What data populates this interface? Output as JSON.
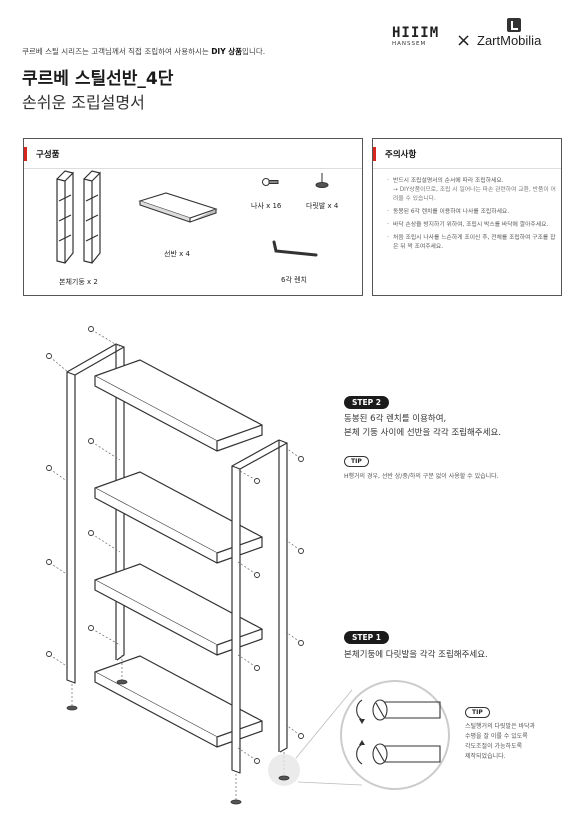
{
  "header": {
    "intro_text": "쿠르베 스틸 시리즈는 고객님께서 직접 조립하여 사용하시는 ",
    "intro_bold": "DIY 상품",
    "intro_tail": "입니다.",
    "brand_hanssem_logo": "HIIIM",
    "brand_hanssem_sub": "HANSSEM",
    "brand_separator": "×",
    "brand_zart": "ZartMobilia",
    "title": "쿠르베 스틸선반_4단",
    "subtitle": "손쉬운 조립설명서"
  },
  "parts": {
    "heading": "구성품",
    "items": [
      {
        "label": "본체기둥 x 2",
        "icon": "frame-post-icon"
      },
      {
        "label": "선반 x 4",
        "icon": "shelf-board-icon"
      },
      {
        "label": "나사 x 16",
        "icon": "screw-icon"
      },
      {
        "label": "다릿발 x 4",
        "icon": "leg-foot-icon"
      },
      {
        "label": "6각 렌치",
        "icon": "hex-wrench-icon"
      }
    ]
  },
  "cautions": {
    "heading": "주의사항",
    "items": [
      {
        "text": "반드시 조립설명서의 순서에 따라 조립하세요.",
        "note": "→ DIY상품이므로, 조립 시 일어나는 파손 관련하여 교환, 반품이 어려울 수 있습니다."
      },
      {
        "text": "동봉된 6각 렌치를 이용하여 나사를 조립하세요.",
        "note": ""
      },
      {
        "text": "바닥 손상을 방지하기 위하여, 조립시 박스를 바닥에 깔아주세요.",
        "note": ""
      },
      {
        "text": "처음 조립시 나사를 느슨하게 조이신 후, 전체를 조립하여 구조를 잡은 뒤 꽉 조여주세요.",
        "note": ""
      }
    ]
  },
  "steps": [
    {
      "badge": "STEP 2",
      "lines": [
        "동봉된 6각 렌치를 이용하여,",
        "본체 기둥 사이에 선반을 각각 조립해주세요."
      ],
      "tip_badge": "TIP",
      "tip_lines": [
        "H행거의 경우, 선반 상/중/하의 구분 없이 사용할 수 있습니다."
      ]
    },
    {
      "badge": "STEP 1",
      "lines": [
        "본체기둥에 다릿발을 각각 조립해주세요."
      ],
      "tip_badge": "TIP",
      "tip_lines": [
        "스틸행거의 다릿발은 바닥과",
        "수평을 잘 이룰 수 있도록",
        "각도조절이 가능하도록",
        "제작되었습니다."
      ]
    }
  ],
  "colors": {
    "accent": "#d7261e",
    "badge": "#1b1b1b",
    "line": "#333333"
  }
}
